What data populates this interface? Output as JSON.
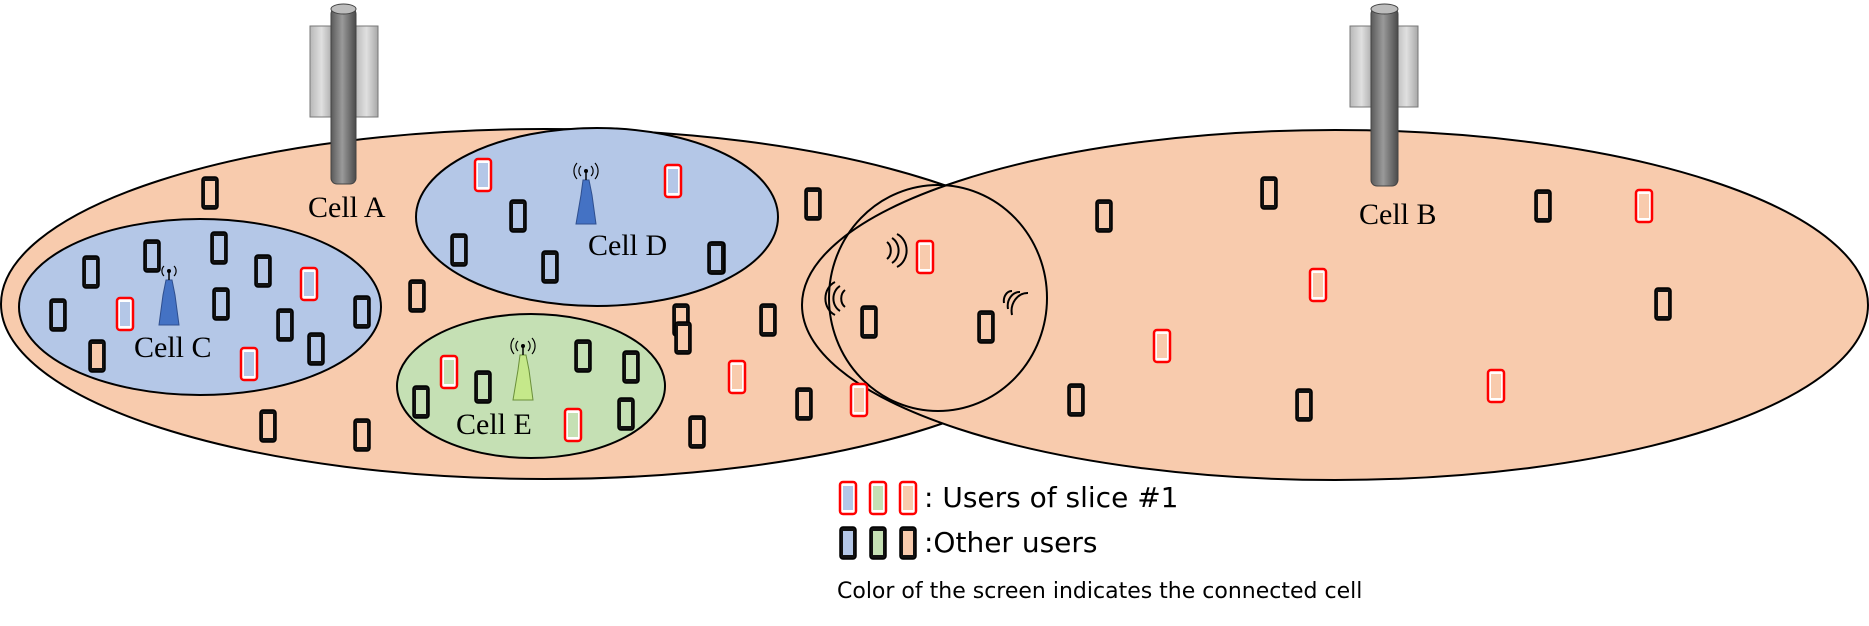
{
  "cells": {
    "a": {
      "label": "Cell A"
    },
    "b": {
      "label": "Cell B"
    },
    "c": {
      "label": "Cell C"
    },
    "d": {
      "label": "Cell D"
    },
    "e": {
      "label": "Cell E"
    }
  },
  "legend": {
    "slice_users": ": Users of slice #1",
    "other_users": ":Other users",
    "note": "Color of the screen indicates the connected cell"
  },
  "colors": {
    "macro_fill": "#f8cbad",
    "cell_cd_fill": "#b4c7e7",
    "cell_e_fill": "#c5e0b4",
    "slice_border": "#ff0000",
    "other_border": "#000000"
  }
}
